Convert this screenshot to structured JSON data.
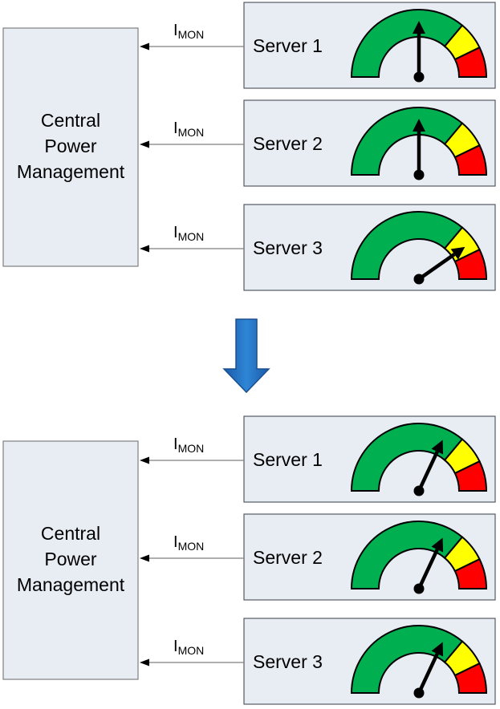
{
  "colors": {
    "gauge_green": "#00b050",
    "gauge_yellow": "#ffff00",
    "gauge_red": "#ff0000",
    "box_fill": "#e8ecf3",
    "down_arrow": "#1f6fbf"
  },
  "signal": {
    "main": "I",
    "sub": "MON"
  },
  "scenarios": [
    {
      "manager": {
        "lines": [
          "Central",
          "Power",
          "Management"
        ]
      },
      "servers": [
        {
          "name": "Server 1",
          "gauge_needle_deg": 90
        },
        {
          "name": "Server 2",
          "gauge_needle_deg": 90
        },
        {
          "name": "Server 3",
          "gauge_needle_deg": 35
        }
      ]
    },
    {
      "manager": {
        "lines": [
          "Central",
          "Power",
          "Management"
        ]
      },
      "servers": [
        {
          "name": "Server 1",
          "gauge_needle_deg": 65
        },
        {
          "name": "Server 2",
          "gauge_needle_deg": 65
        },
        {
          "name": "Server 3",
          "gauge_needle_deg": 65
        }
      ]
    }
  ],
  "transition_icon": "down-arrow-icon"
}
